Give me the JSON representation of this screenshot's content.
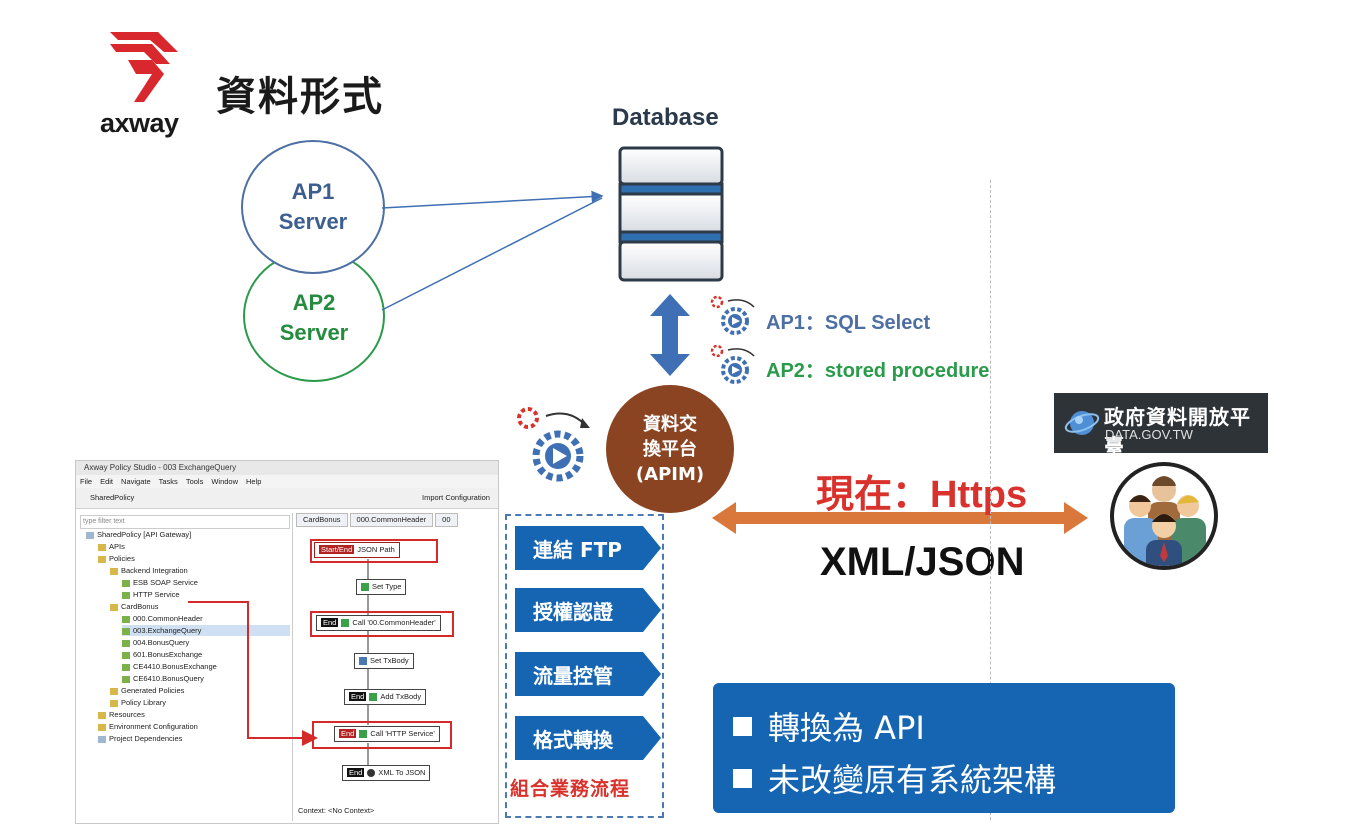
{
  "header": {
    "title": "資料形式",
    "brand": "axway"
  },
  "database": {
    "label": "Database"
  },
  "servers": [
    {
      "line1": "AP1",
      "line2": "Server"
    },
    {
      "line1": "AP2",
      "line2": "Server"
    }
  ],
  "ap_notes": [
    {
      "text": "AP1：SQL Select",
      "color": "#4d6fa3"
    },
    {
      "text": "AP2：stored procedure",
      "color": "#2a9b4a"
    }
  ],
  "apim": {
    "line1": "資料交",
    "line2": "換平台",
    "line3": "(APIM)"
  },
  "connection": {
    "now": "現在：Https",
    "format": "XML/JSON"
  },
  "gov": {
    "name": "政府資料開放平臺",
    "url": "DATA.GOV.TW"
  },
  "functions": [
    {
      "label": "連結 FTP"
    },
    {
      "label": "授權認證"
    },
    {
      "label": "流量控管"
    },
    {
      "label": "格式轉換"
    }
  ],
  "functions_caption": "組合業務流程",
  "benefits": [
    {
      "text": "轉換為 API"
    },
    {
      "text": "未改變原有系統架構"
    }
  ],
  "studio": {
    "title": "Axway Policy Studio - 003 ExchangeQuery",
    "menu": [
      "File",
      "Edit",
      "Navigate",
      "Tasks",
      "Tools",
      "Window",
      "Help"
    ],
    "project": "SharedPolicy",
    "import_label": "Import Configuration",
    "filter_placeholder": "type filter text",
    "tree": [
      "SharedPolicy [API Gateway]",
      "APIs",
      "Policies",
      "Backend Integration",
      "ESB SOAP Service",
      "HTTP Service",
      "CardBonus",
      "000.CommonHeader",
      "003.ExchangeQuery",
      "004.BonusQuery",
      "601.BonusExchange",
      "CE4410.BonusExchange",
      "CE6410.BonusQuery",
      "Generated Policies",
      "Policy Library",
      "Resources",
      "Environment Configuration",
      "Project Dependencies"
    ],
    "tabs": [
      "CardBonus",
      "000.CommonHeader",
      "00"
    ],
    "nodes": [
      {
        "tag": "Start/End",
        "label": "JSON Path"
      },
      {
        "tag": "",
        "label": "Set Type"
      },
      {
        "tag": "End",
        "label": "Call '00.CommonHeader'"
      },
      {
        "tag": "",
        "label": "Set TxBody"
      },
      {
        "tag": "End",
        "label": "Add TxBody"
      },
      {
        "tag": "End",
        "label": "Call 'HTTP Service'"
      },
      {
        "tag": "End",
        "label": "XML To JSON"
      }
    ],
    "context_label": "Context:",
    "context_value": "<No Context>"
  },
  "colors": {
    "apim": "#8a4422",
    "arrow_orange": "#d9783a",
    "arrow_blue": "#3f6fb4",
    "function_blue": "#1565b3",
    "red": "#d9312b"
  }
}
